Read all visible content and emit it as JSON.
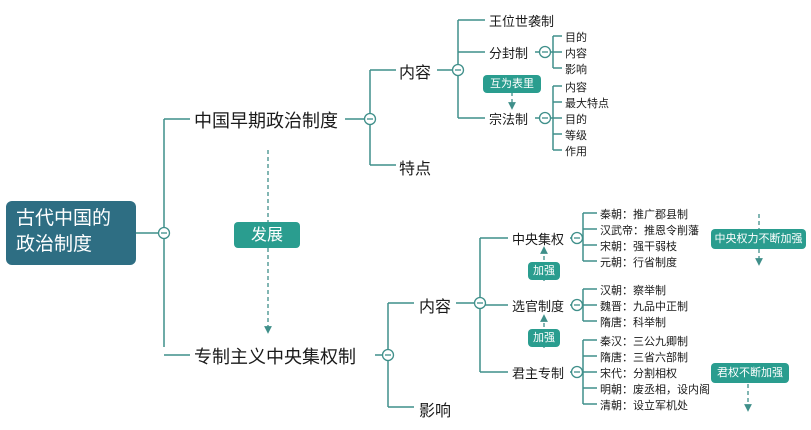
{
  "root": {
    "line1": "古代中国的",
    "line2": "政治制度"
  },
  "branch_early": {
    "title": "中国早期政治制度",
    "content": {
      "label": "内容",
      "items": {
        "wangwei": "王位世袭制",
        "fenfeng": {
          "label": "分封制",
          "children": [
            "目的",
            "内容",
            "影响"
          ]
        },
        "zongfa": {
          "label": "宗法制",
          "children": [
            "内容",
            "最大特点",
            "目的",
            "等级",
            "作用"
          ]
        }
      },
      "relation": "互为表里"
    },
    "feature": "特点"
  },
  "development": "发展",
  "branch_central": {
    "title": "专制主义中央集权制",
    "content": {
      "label": "内容",
      "central": {
        "label": "中央集权",
        "children": [
          "秦朝：推广郡县制",
          "汉武帝：推恩令削藩",
          "宋朝：强干弱枝",
          "元朝：行省制度"
        ]
      },
      "strengthen_1": "加强",
      "selection": {
        "label": "选官制度",
        "children": [
          "汉朝：察举制",
          "魏晋：九品中正制",
          "隋唐：科举制"
        ]
      },
      "strengthen_2": "加强",
      "monarch": {
        "label": "君主专制",
        "children": [
          "秦汉：三公九卿制",
          "隋唐：三省六部制",
          "宋代：分割相权",
          "明朝：废丞相，设内阁",
          "清朝：设立军机处"
        ]
      }
    },
    "influence": "影响",
    "trend_central": "中央权力不断加强",
    "trend_monarch": "君权不断加强"
  },
  "colors": {
    "line": "#3f8f8a",
    "root_fill": "#2e6e83",
    "pill_fill": "#2a9d8f"
  }
}
